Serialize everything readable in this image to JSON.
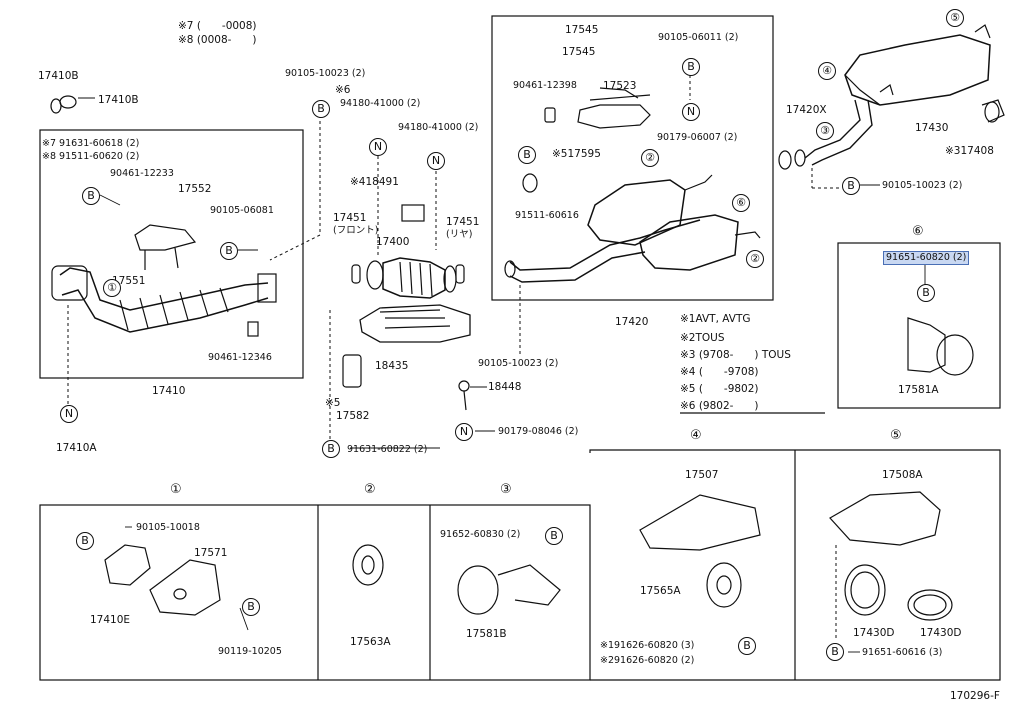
{
  "header_notes": [
    "※7 (　　-0008)",
    "※8 (0008-　　)"
  ],
  "left_box": {
    "labels": {
      "p17410b_top": "17410B",
      "p17410b_right": "17410B",
      "n7": "※7 91631-60618 (2)",
      "n8": "※8 91511-60620 (2)",
      "p90461_12233": "90461-12233",
      "p17552": "17552",
      "p90105_06081": "90105-06081",
      "p17551": "17551",
      "p90461_12346": "90461-12346",
      "p17410": "17410",
      "p17410a": "17410A",
      "p90105_10023": "90105-10023 (2)",
      "note6": "※6"
    }
  },
  "middle": {
    "labels": {
      "p94180_a": "94180-41000 (2)",
      "p94180_b": "94180-41000 (2)",
      "p18491": "※418491",
      "p17451_l": "17451",
      "p17451_l_sub": "(フロント)",
      "p17451_r": "17451",
      "p17451_r_sub": "(リヤ)",
      "p17400": "17400",
      "p18435": "18435",
      "p18448": "18448",
      "p17582": "17582",
      "p17582_note": "※5",
      "p91631_60822": "91631-60822 (2)",
      "p90179_08046": "90179-08046 (2)"
    }
  },
  "center_box": {
    "labels": {
      "p17545_a": "17545",
      "p17545_b": "17545",
      "p90105_06011": "90105-06011 (2)",
      "p90461_12398": "90461-12398",
      "p17523": "17523",
      "p90179_06007": "90179-06007 (2)",
      "p17595": "※517595",
      "p91511_60616": "91511-60616",
      "p17420": "17420",
      "p90105_10023b": "90105-10023 (2)"
    }
  },
  "right_top": {
    "labels": {
      "p17420x": "17420X",
      "p17430": "17430",
      "p17408": "※317408",
      "p90105_10023c": "90105-10023 (2)"
    }
  },
  "legend": [
    "※1AVT, AVTG",
    "※2TOUS",
    "※3 (9708-　　) TOUS",
    "※4 (　　-9708)",
    "※5 (　　-9802)",
    "※6 (9802-　　)"
  ],
  "detail6": {
    "number": "⑥",
    "part_highlight": "91651-60820 (2)",
    "part": "17581A"
  },
  "bottom": {
    "panel1": {
      "number": "①",
      "labels": [
        "90105-10018",
        "17571",
        "17410E",
        "90119-10205"
      ]
    },
    "panel2": {
      "number": "②",
      "labels": [
        "17563A"
      ]
    },
    "panel3": {
      "number": "③",
      "labels": [
        "91652-60830 (2)",
        "17581B"
      ]
    },
    "panel4": {
      "number": "④",
      "labels": [
        "17507",
        "17565A",
        "※191626-60820 (3)",
        "※291626-60820 (2)"
      ]
    },
    "panel5": {
      "number": "⑤",
      "labels": [
        "17508A",
        "17430D",
        "17430D",
        "91651-60616 (3)"
      ]
    }
  },
  "markers": {
    "B": "B",
    "N": "N"
  },
  "circled": {
    "c1": "①",
    "c2": "②",
    "c3": "③",
    "c4": "④",
    "c5": "⑤",
    "c6": "⑥"
  },
  "figure_id": "170296-F"
}
